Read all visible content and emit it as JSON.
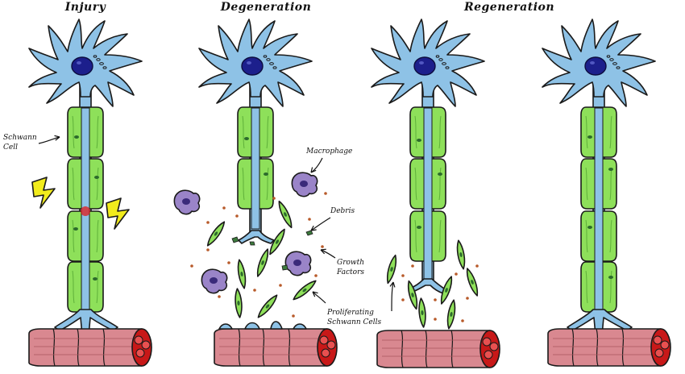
{
  "stages": [
    {
      "title": "Injury"
    },
    {
      "title": "Degeneration"
    },
    {
      "title": "Regeneration"
    }
  ],
  "labels": {
    "schwann_line1": "Schwann",
    "schwann_line2": "Cell",
    "macrophage": "Macrophage",
    "debris": "Debris",
    "growth_line1": "Growth",
    "growth_line2": "Factors",
    "prolif_line1": "Proliferating",
    "prolif_line2": "Schwann Cells"
  },
  "colors": {
    "neuron": "#8ec2e6",
    "nucleus": "#1c1f8c",
    "schwann": "#8ee05a",
    "muscle": "#d98890",
    "muscle_end": "#d81818",
    "macrophage": "#9a84c8",
    "debris": "#3d7a3d",
    "growth_factor": "#b85a2a",
    "injury": "#f2ec1c",
    "injury_site": "#e01818"
  },
  "icons": {
    "lightning": "lightning-bolt-icon",
    "arrow": "pointer-arrow-icon"
  }
}
